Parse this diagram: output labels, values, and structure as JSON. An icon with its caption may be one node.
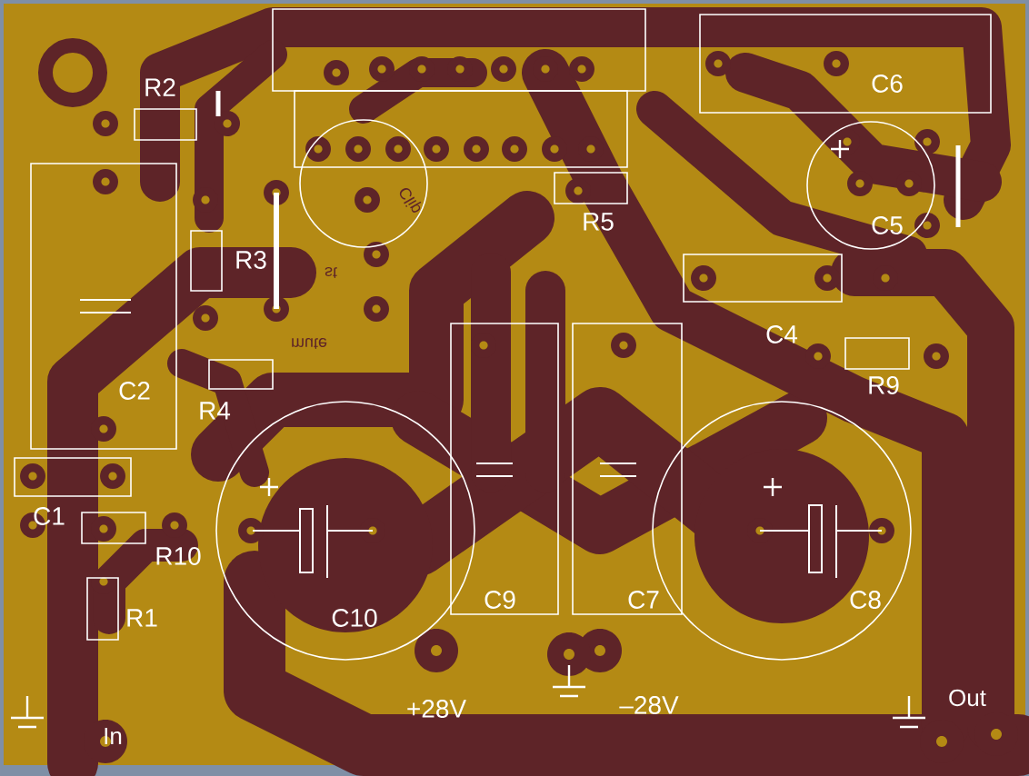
{
  "diagram": {
    "labels": [
      "R2",
      "C6",
      "Clip",
      "R5",
      "C5",
      "R3",
      "st",
      "C4",
      "mute",
      "C2",
      "R9",
      "R4",
      "C1",
      "R10",
      "R1",
      "C10",
      "C9",
      "C7",
      "C8",
      "+28V",
      "–28V",
      "In",
      "Out"
    ]
  }
}
